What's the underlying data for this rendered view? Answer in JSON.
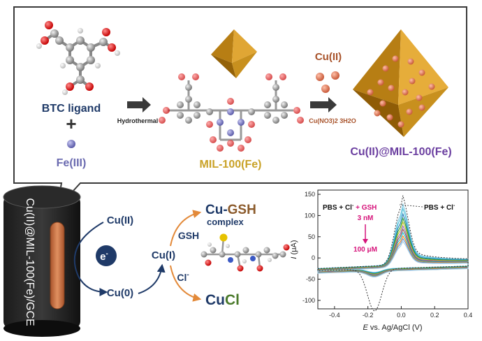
{
  "synthesis": {
    "btc_label": "BTC ligand",
    "plus": "+",
    "fe_label": "Fe(III)",
    "hydrothermal_label": "Hydrothermal",
    "mil_label": "MIL-100(Fe)",
    "cu2_label": "Cu(II)",
    "reagent_label": "Cu(NO3)2 3H2O",
    "product_label": "Cu(II)@MIL-100(Fe)"
  },
  "electrode": {
    "label": "Cu(II)@MIL-100(Fe)/GCE"
  },
  "mechanism": {
    "cu2": "Cu(II)",
    "electron": "e",
    "electron_sup": "-",
    "cu0": "Cu(0)",
    "cu1": "Cu(I)",
    "gsh": "GSH",
    "cl": "Cl",
    "cl_sup": "-",
    "cu_gsh_cu": "Cu-",
    "cu_gsh_gsh": "GSH",
    "complex": "complex",
    "cucl_cu": "Cu",
    "cucl_cl": "Cl"
  },
  "colors": {
    "frame": "#3a3a3a",
    "octahedron": "#c8901e",
    "copper": "#e07a5f",
    "fe_sphere": "#7c7cc4",
    "mil_text": "#c9a227",
    "product_text": "#6b3fa0",
    "navy_text": "#1f3a68",
    "cu_gsh_brown": "#8b5a2b",
    "cucl_green": "#4a7a2a",
    "arrow_orange": "#e38a3a"
  },
  "chart_data": {
    "type": "line",
    "xlabel_var": "E",
    "xlabel_rest": " vs. Ag/AgCl (V)",
    "ylabel_var": "I",
    "ylabel_rest": " (μA)",
    "xlim": [
      -0.5,
      0.4
    ],
    "ylim": [
      -120,
      160
    ],
    "xticks": [
      "-0.4",
      "-0.2",
      "0.0",
      "0.2",
      "0.4"
    ],
    "yticks": [
      "150",
      "100",
      "50",
      "0",
      "-50",
      "-100"
    ],
    "annotations": {
      "pbs_cl_gsh_a": "PBS + Cl",
      "pbs_cl_gsh_sup": "-",
      "pbs_cl_gsh_b": " + GSH",
      "nm3": "3 nM",
      "um100": "100 μM",
      "pbs_cl": "PBS + Cl",
      "pbs_cl_sup": "-"
    },
    "series_colors": [
      "#7ec8e3",
      "#4fc3d9",
      "#1f77b4",
      "#2ca02c",
      "#bcbd22",
      "#9467bd",
      "#8c564b",
      "#17becf",
      "#ff7f0e",
      "#5a8fd0",
      "#a6cee3"
    ],
    "peak_heights": [
      118,
      110,
      100,
      92,
      85,
      78,
      72,
      66,
      60,
      55,
      50
    ],
    "blank_peak": 135,
    "blank_min": -100,
    "peak_x": 0.0,
    "left_start": -25,
    "left_end_cathodic": -30
  }
}
